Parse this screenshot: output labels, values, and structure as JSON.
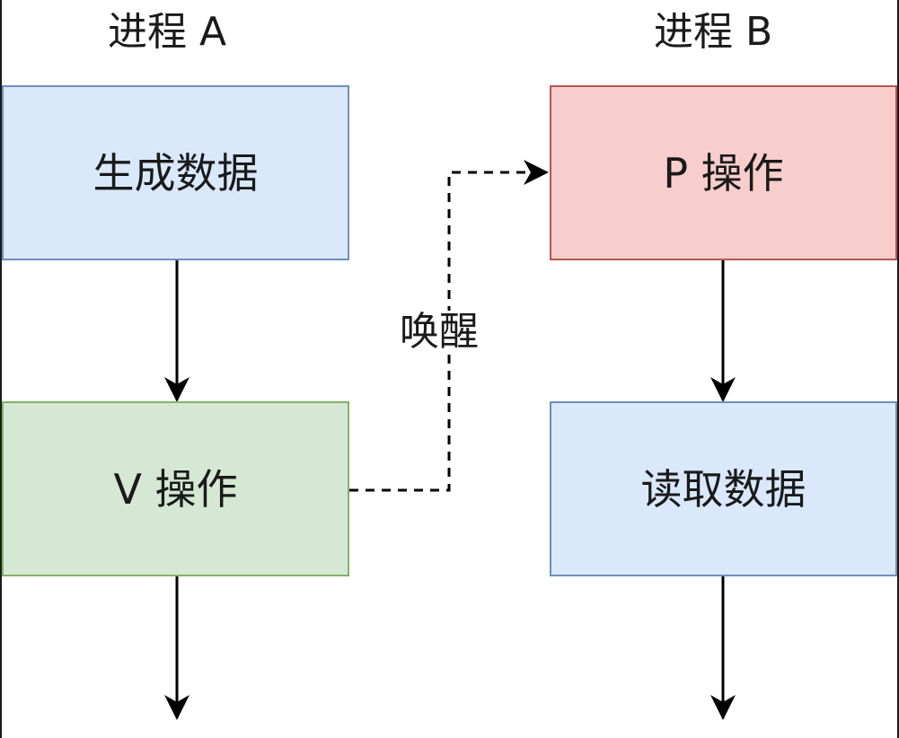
{
  "processes": {
    "a": {
      "title": "进程 A"
    },
    "b": {
      "title": "进程 B"
    }
  },
  "nodes": {
    "generate": {
      "label": "生成数据",
      "fill": "#dae8fc",
      "stroke": "#6c8ebf"
    },
    "v_op": {
      "label": "V 操作",
      "fill": "#d5e8d4",
      "stroke": "#82b366"
    },
    "p_op": {
      "label": "P 操作",
      "fill": "#f8cecc",
      "stroke": "#b85450"
    },
    "read": {
      "label": "读取数据",
      "fill": "#dae8fc",
      "stroke": "#6c8ebf"
    }
  },
  "edges": {
    "wake": {
      "label": "唤醒"
    }
  }
}
